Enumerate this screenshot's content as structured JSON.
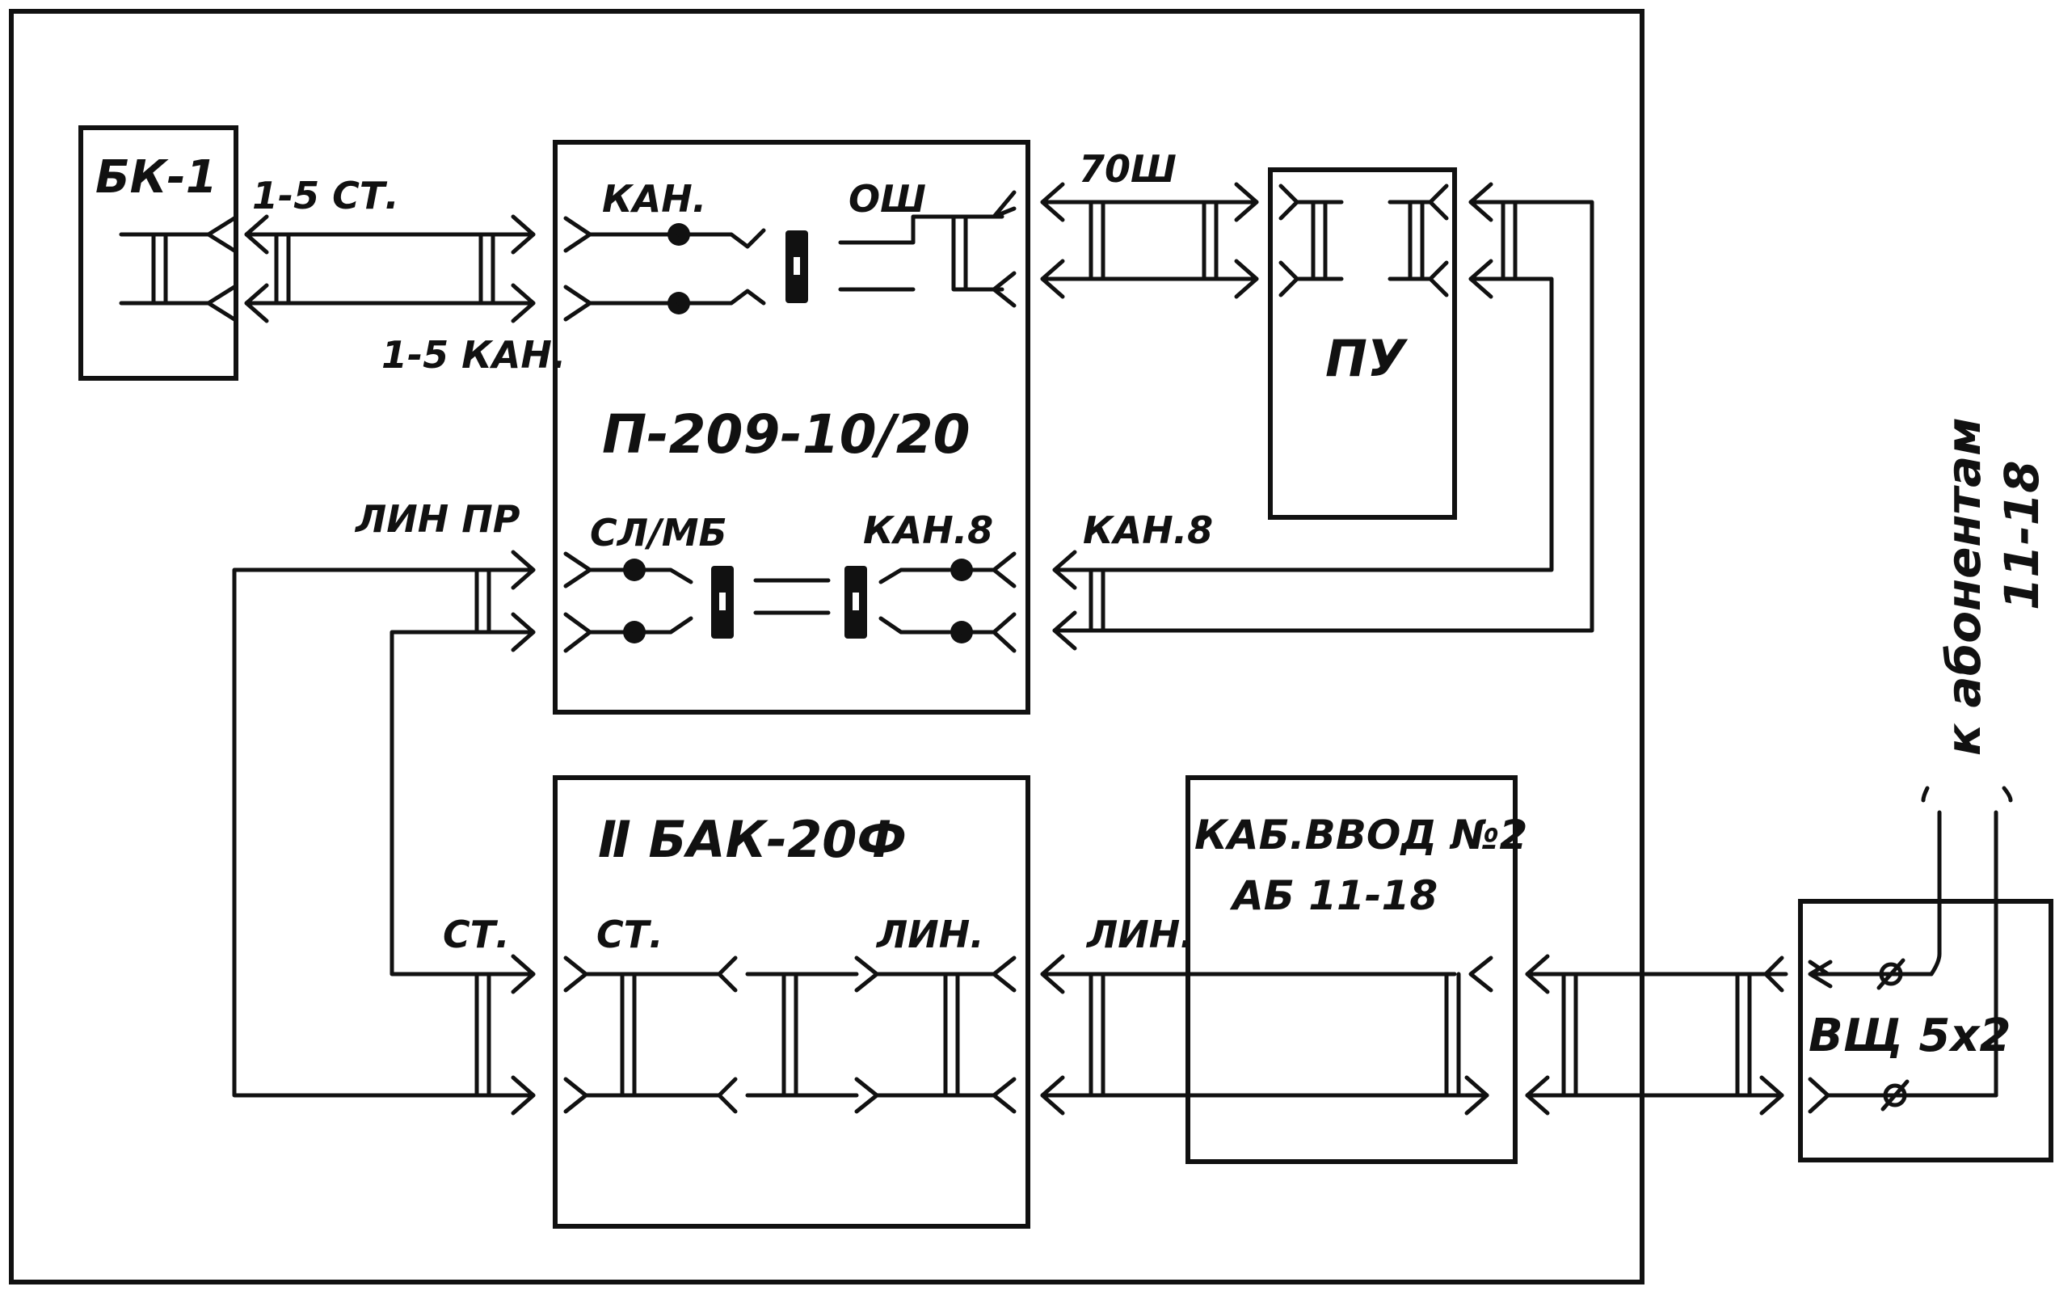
{
  "blocks": {
    "bk1": "БК-1",
    "p209": "П-209-10/20",
    "pu": "ПУ",
    "bak": "Ⅱ БАК-20Ф",
    "kab_line1": "КАБ.ВВОД №2",
    "kab_line2": "АБ 11-18",
    "vshch": "ВЩ 5х2"
  },
  "labels": {
    "st_1_5": "1-5 СТ.",
    "kan_1_5": "1-5 КАН.",
    "kan": "КАН.",
    "osh": "ОШ",
    "osh70": "70Ш",
    "lin_pr": "ЛИН ПР",
    "sl_mb": "СЛ/МБ",
    "kan8_in": "КАН.8",
    "kan8_out": "КАН.8",
    "st_left": "СТ.",
    "st_inner": "СТ.",
    "lin_inner": "ЛИН.",
    "lin_out": "ЛИН."
  },
  "note": {
    "line1": "к абонентам",
    "line2": "11-18"
  }
}
